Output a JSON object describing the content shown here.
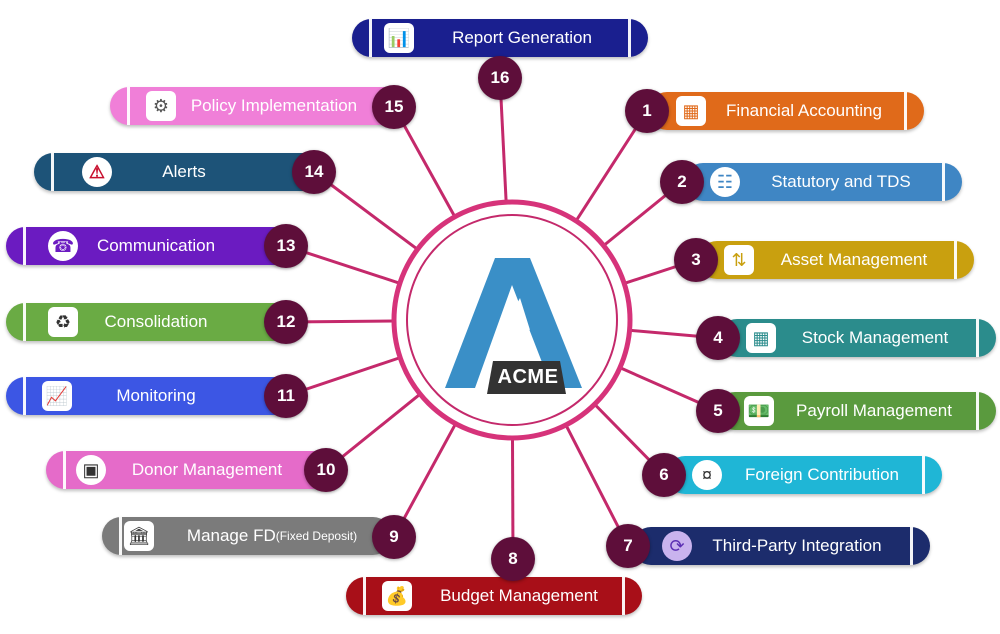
{
  "logo": {
    "text": "ACME",
    "accent": "#3a8fc7",
    "badge": "#333333",
    "ring": "#d6337a"
  },
  "colors": {
    "line": "#c4296b",
    "number": "#5e0e3a"
  },
  "items": [
    {
      "num": "1",
      "label": "Financial Accounting",
      "color": "#e06a1a",
      "icon": "calculator-icon"
    },
    {
      "num": "2",
      "label": "Statutory and TDS",
      "color": "#3f86c4",
      "icon": "document-icon"
    },
    {
      "num": "3",
      "label": "Asset Management",
      "color": "#c9a00f",
      "icon": "assets-icon"
    },
    {
      "num": "4",
      "label": "Stock Management",
      "color": "#2b8c8c",
      "icon": "stock-icon"
    },
    {
      "num": "5",
      "label": "Payroll Management",
      "color": "#5a9a3e",
      "icon": "payroll-icon"
    },
    {
      "num": "6",
      "label": "Foreign Contribution",
      "color": "#1fb6d6",
      "icon": "hand-coins-icon"
    },
    {
      "num": "7",
      "label": "Third-Party Integration",
      "color": "#1c2c6c",
      "icon": "sync-icon"
    },
    {
      "num": "8",
      "label": "Budget Management",
      "color": "#a80f18",
      "icon": "budget-icon"
    },
    {
      "num": "9",
      "label": "Manage FD",
      "label_small": "(Fixed Deposit)",
      "color": "#7b7b7b",
      "icon": "bank-icon"
    },
    {
      "num": "10",
      "label": "Donor Management",
      "color": "#e56bc9",
      "icon": "donate-icon"
    },
    {
      "num": "11",
      "label": "Monitoring",
      "color": "#3c56e4",
      "icon": "monitor-icon"
    },
    {
      "num": "12",
      "label": "Consolidation",
      "color": "#6aab44",
      "icon": "hierarchy-icon"
    },
    {
      "num": "13",
      "label": "Communication",
      "color": "#6b1bc1",
      "icon": "phone-icon"
    },
    {
      "num": "14",
      "label": "Alerts",
      "color": "#1d5378",
      "icon": "alert-icon"
    },
    {
      "num": "15",
      "label": "Policy Implementation",
      "color": "#f07fd8",
      "icon": "policy-icon"
    },
    {
      "num": "16",
      "label": "Report Generation",
      "color": "#1a1f8f",
      "icon": "report-icon"
    }
  ]
}
